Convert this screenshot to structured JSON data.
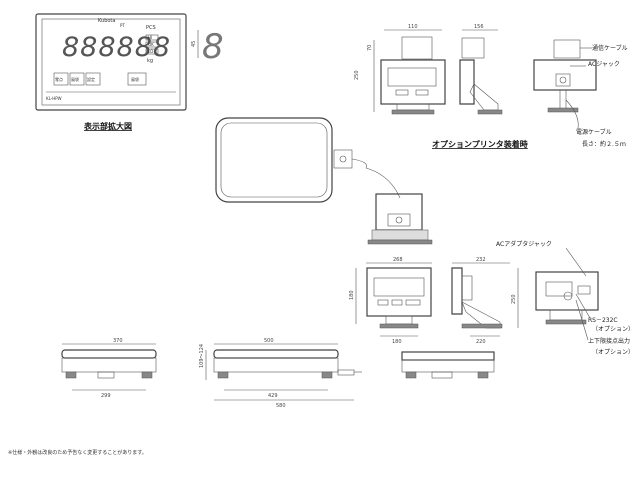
{
  "display_panel": {
    "brand": "Kubota",
    "digits": "888888",
    "side_digit": "8",
    "pt": "PT",
    "pcs": "PCS",
    "kg": "kg",
    "lo": "LO",
    "hi": "HI",
    "ok": "OK",
    "zero": "零点",
    "tare": "風袋",
    "set": "設定",
    "mode": "風袋",
    "model": "KL-HPW",
    "caption": "表示部拡大図"
  },
  "printer": {
    "caption": "オプションプリンタ装着時",
    "comm_cable": "通信ケーブル",
    "ac_jack": "ACジャック",
    "power_cable": "電源ケーブル",
    "length": "長さ：約２.５ｍ"
  },
  "connectors": {
    "ac_adapter_jack": "ACアダプタジャック",
    "rs232c": "RS－232C",
    "option1": "（オプション）",
    "limit_contact": "上下限接点出力",
    "option2": "（オプション）"
  },
  "dimensions": {
    "d110": "110",
    "d156": "156",
    "d70": "70",
    "d250a": "250",
    "d268": "268",
    "d232": "232",
    "d180a": "180",
    "d250b": "250",
    "d180b": "180",
    "d220": "220",
    "d370": "370",
    "d299": "299",
    "d500": "500",
    "d429": "429",
    "d580": "580",
    "d109": "109～124",
    "d45": "45"
  },
  "footnote": "※仕様・外観は改良のため予告なく変更することがあります。"
}
